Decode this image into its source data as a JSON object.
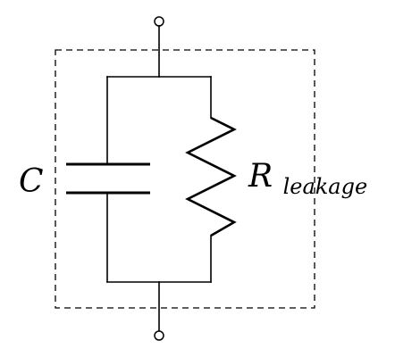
{
  "diagram": {
    "components": {
      "capacitor": {
        "symbol": "C"
      },
      "resistor": {
        "symbol": "R",
        "subscript": "leakage"
      }
    },
    "colors": {
      "line": "#000000",
      "background": "#ffffff"
    }
  }
}
